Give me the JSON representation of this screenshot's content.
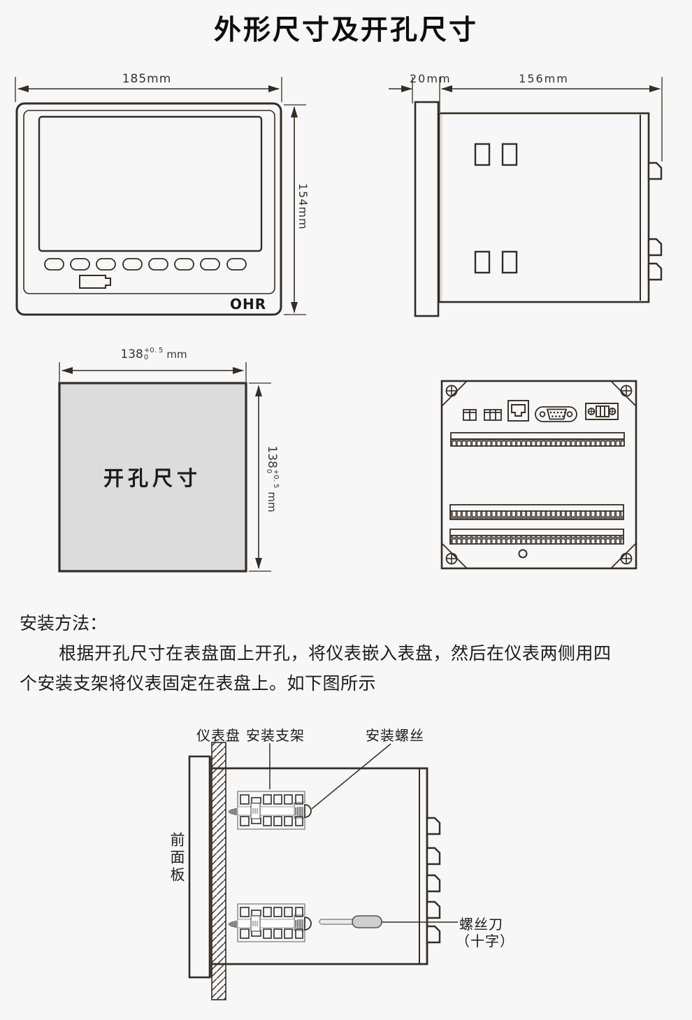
{
  "page": {
    "title": "外形尺寸及开孔尺寸",
    "background": "#f7f7f7",
    "line_color": "#352c24"
  },
  "front_view": {
    "width_dim": "185mm",
    "height_dim": "154mm",
    "brand": "OHR"
  },
  "side_view": {
    "bezel_depth_dim": "20mm",
    "body_length_dim": "156mm"
  },
  "cutout": {
    "label": "开孔尺寸",
    "fill_color": "#dcdcdc",
    "h_dim": {
      "value": "138",
      "tol_sup": "+0. 5",
      "tol_sub": "0",
      "unit": "mm"
    },
    "v_dim": {
      "value": "138",
      "tol_sup": "+0. 5",
      "tol_sub": "0",
      "unit": "mm"
    }
  },
  "install": {
    "heading": "安装方法：",
    "para_line1": "根据开孔尺寸在表盘面上开孔，将仪表嵌入表盘，然后在仪表两侧用四",
    "para_line2": "个安装支架将仪表固定在表盘上。如下图所示",
    "labels": {
      "panel": "仪表盘",
      "bracket": "安装支架",
      "screw": "安装螺丝",
      "front_panel": "前面板",
      "screwdriver": "螺丝刀",
      "screwdriver_type": "（十字）"
    }
  }
}
